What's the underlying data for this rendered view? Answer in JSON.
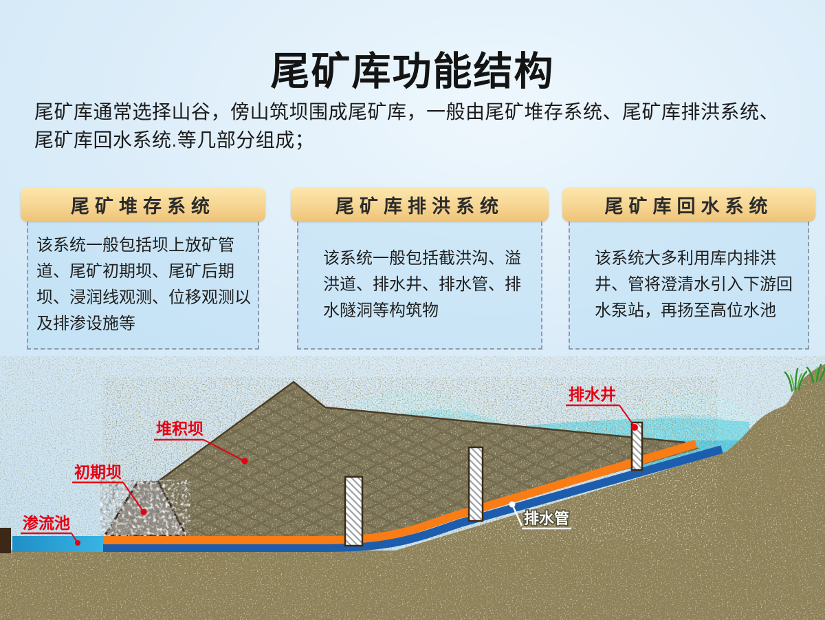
{
  "page": {
    "title": "尾矿库功能结构",
    "intro": "尾矿库通常选择山谷，傍山筑坝围成尾矿库，一般由尾矿堆存系统、尾矿库排洪系统、尾矿库回水系统.等几部分组成；"
  },
  "cards": [
    {
      "title": "尾矿堆存系统",
      "body": "该系统一般包括坝上放矿管道、尾矿初期坝、尾矿后期坝、浸润线观测、位移观测以及排渗设施等"
    },
    {
      "title": "尾矿库排洪系统",
      "body": "该系统一般包括截洪沟、溢洪道、排水井、排水管、排水隧洞等构筑物"
    },
    {
      "title": "尾矿库回水系统",
      "body": "该系统大多利用库内排洪井、管将澄清水引入下游回水泵站，再扬至高位水池"
    }
  ],
  "diagram": {
    "labels": {
      "stacked_dam": "堆积坝",
      "initial_dam": "初期坝",
      "seepage_pool": "渗流池",
      "drain_well": "排水井",
      "drain_pipe": "排水管"
    },
    "colors": {
      "label_red": "#e60012",
      "pipe_orange": "#f97c15",
      "pipe_blue": "#1d5dad",
      "pool_blue": "#2aa9dd",
      "water_light": "#cfeef9",
      "water_mid": "#aee9f6",
      "water_bright": "#7fe0f2",
      "water_deep": "#55cde8",
      "ground_tan": "#8e8159",
      "dam_olive": "#7d7456",
      "gravel_gray": "#938e85",
      "header_gold_top": "#fce7ae",
      "header_gold_bottom": "#eec379"
    }
  }
}
